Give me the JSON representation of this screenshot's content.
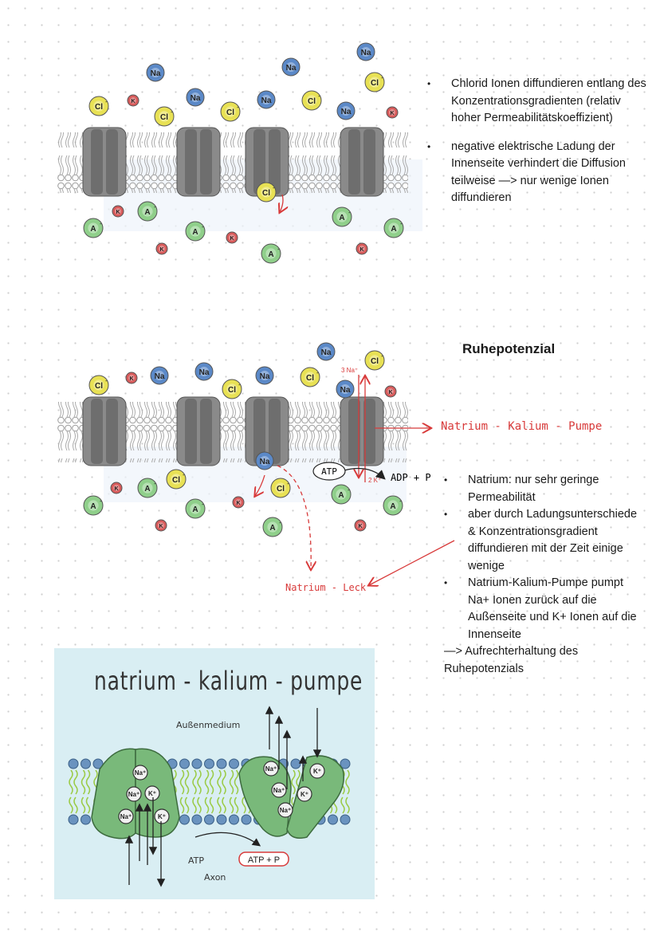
{
  "ions": {
    "na": "Na",
    "k": "K",
    "cl": "Cl",
    "a": "A",
    "minus": "-",
    "plus": "+"
  },
  "section1": {
    "notes": [
      "Chlorid Ionen diffundieren entlang des Konzentrationsgradienten (relativ hoher Permeabilitätskoeffizient)",
      "negative elektrische Ladung der Innenseite verhindert die Diffusion teilweise —> nur wenige Ionen diffundieren"
    ]
  },
  "section2": {
    "heading": "Ruhepotenzial",
    "labels": {
      "pump": "Natrium - Kalium - Pumpe",
      "leak": "Natrium - Leck",
      "atp": "ATP",
      "adp": "ADP + P",
      "three_na": "3 Na⁺",
      "two_k": "2 K⁺"
    },
    "notes": [
      "Natrium: nur sehr geringe Permeabilität",
      "aber durch Ladungsunterschiede & Konzentrationsgradient diffundieren mit der Zeit einige wenige",
      "Natrium-Kalium-Pumpe pumpt Na+ Ionen zurück auf die Außenseite und K+ Ionen auf die Innenseite"
    ],
    "conclusion": "—> Aufrechterhaltung des Ruhepotenzials"
  },
  "section3": {
    "title": "natrium - kalium - pumpe",
    "outside": "Außenmedium",
    "inside": "Axon",
    "atp": "ATP",
    "atp_p": "ATP + P",
    "na": "Na⁺",
    "k": "K⁺"
  },
  "colors": {
    "na": "#5b89c8",
    "k": "#d85b5b",
    "cl": "#e8e154",
    "a": "#8fcf8a",
    "red": "#d83a3a",
    "channel": "#7d7d7d",
    "pump_protein": "#79b97a",
    "phosphate": "#6a93bf",
    "lipid_tail": "#9bcb46"
  }
}
